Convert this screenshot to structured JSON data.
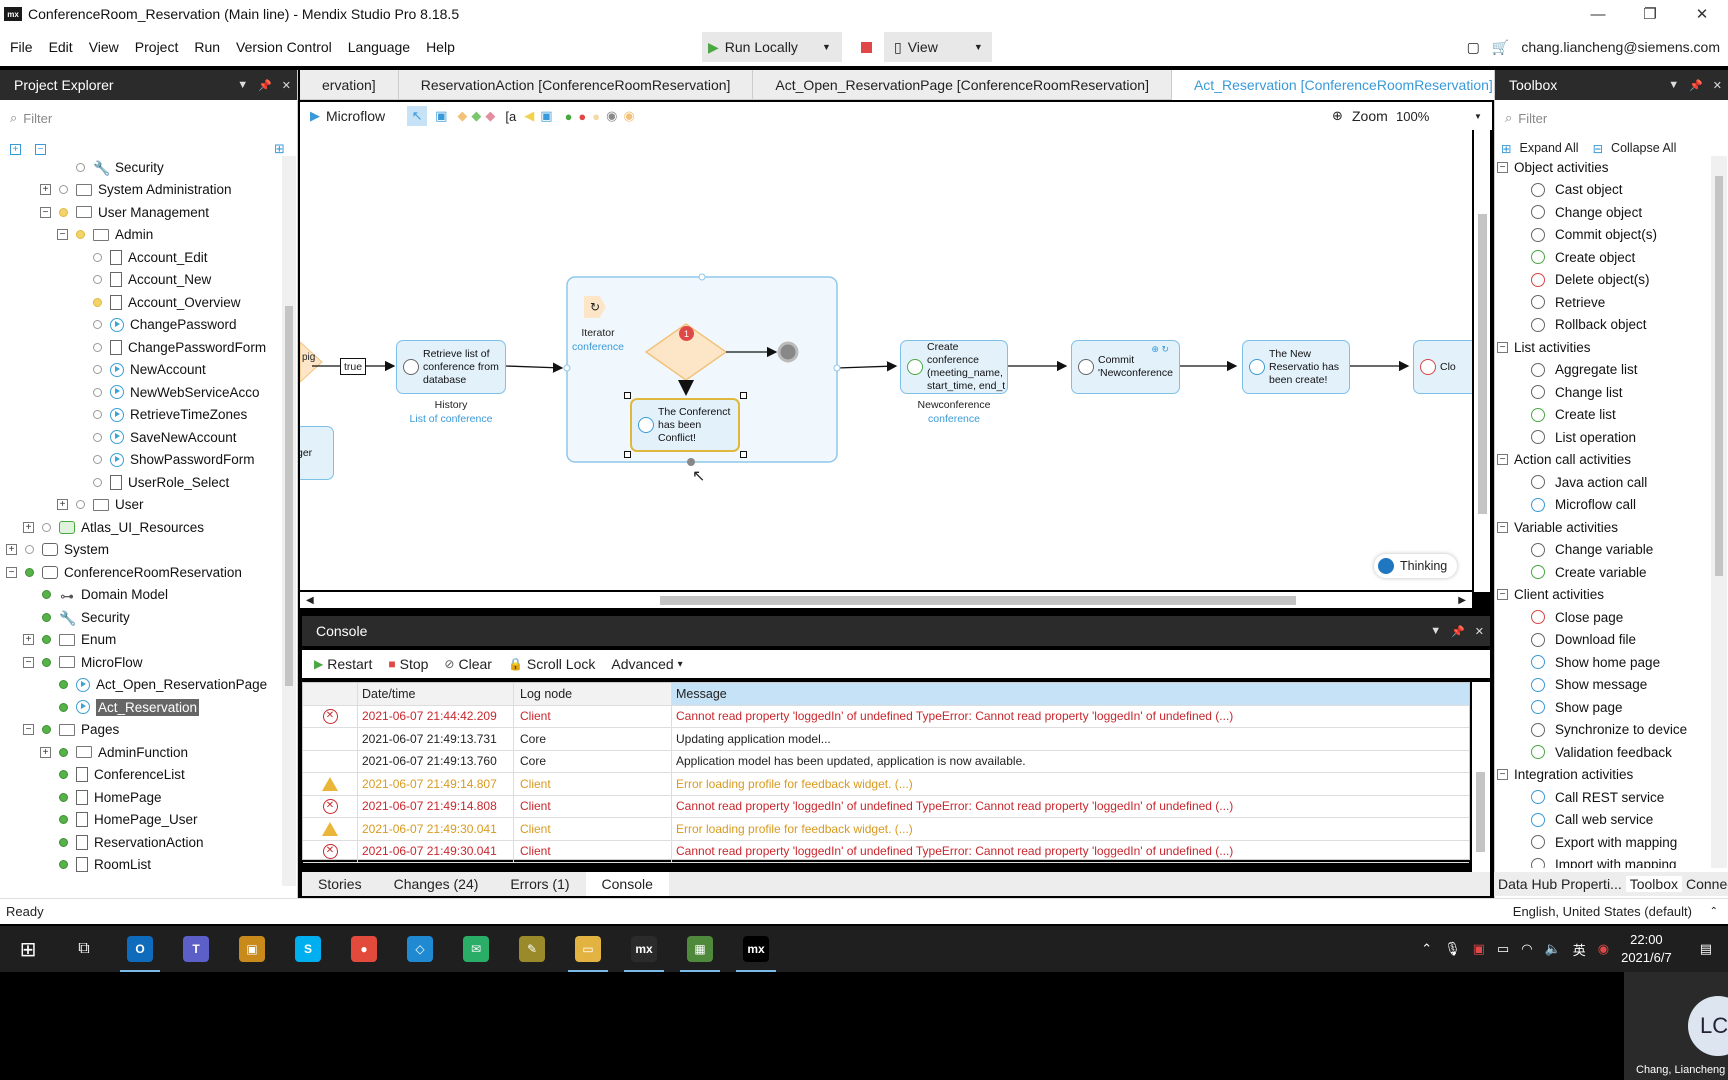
{
  "window": {
    "title": "ConferenceRoom_Reservation (Main line) - Mendix Studio Pro 8.18.5",
    "logo": "mx",
    "min": "—",
    "max": "❐",
    "close": "✕"
  },
  "menu": [
    "File",
    "Edit",
    "View",
    "Project",
    "Run",
    "Version Control",
    "Language",
    "Help"
  ],
  "toolbar": {
    "run_label": "Run Locally",
    "view_label": "View",
    "user": "chang.liancheng@siemens.com"
  },
  "project_explorer": {
    "title": "Project Explorer",
    "filter_placeholder": "Filter",
    "items": [
      {
        "label": "Security",
        "depth": 3,
        "icon": "key",
        "dot": "",
        "exp": ""
      },
      {
        "label": "System Administration",
        "depth": 2,
        "icon": "folder",
        "dot": "",
        "exp": "+"
      },
      {
        "label": "User Management",
        "depth": 2,
        "icon": "folder",
        "dot": "y",
        "exp": "−"
      },
      {
        "label": "Admin",
        "depth": 3,
        "icon": "folder",
        "dot": "y",
        "exp": "−"
      },
      {
        "label": "Account_Edit",
        "depth": 4,
        "icon": "page",
        "dot": "",
        "exp": ""
      },
      {
        "label": "Account_New",
        "depth": 4,
        "icon": "page",
        "dot": "",
        "exp": ""
      },
      {
        "label": "Account_Overview",
        "depth": 4,
        "icon": "page",
        "dot": "y",
        "exp": ""
      },
      {
        "label": "ChangePassword",
        "depth": 4,
        "icon": "mf",
        "dot": "",
        "exp": ""
      },
      {
        "label": "ChangePasswordForm",
        "depth": 4,
        "icon": "page",
        "dot": "",
        "exp": ""
      },
      {
        "label": "NewAccount",
        "depth": 4,
        "icon": "mf",
        "dot": "",
        "exp": ""
      },
      {
        "label": "NewWebServiceAcco",
        "depth": 4,
        "icon": "mf",
        "dot": "",
        "exp": ""
      },
      {
        "label": "RetrieveTimeZones",
        "depth": 4,
        "icon": "mf",
        "dot": "",
        "exp": ""
      },
      {
        "label": "SaveNewAccount",
        "depth": 4,
        "icon": "mf",
        "dot": "",
        "exp": ""
      },
      {
        "label": "ShowPasswordForm",
        "depth": 4,
        "icon": "mf",
        "dot": "",
        "exp": ""
      },
      {
        "label": "UserRole_Select",
        "depth": 4,
        "icon": "page",
        "dot": "",
        "exp": ""
      },
      {
        "label": "User",
        "depth": 3,
        "icon": "folder",
        "dot": "",
        "exp": "+"
      },
      {
        "label": "Atlas_UI_Resources",
        "depth": 1,
        "icon": "mod-green",
        "dot": "",
        "exp": "+"
      },
      {
        "label": "System",
        "depth": 0,
        "icon": "mod",
        "dot": "",
        "exp": "+"
      },
      {
        "label": "ConferenceRoomReservation",
        "depth": 0,
        "icon": "mod",
        "dot": "g",
        "exp": "−"
      },
      {
        "label": "Domain Model",
        "depth": 1,
        "icon": "dm",
        "dot": "g",
        "exp": ""
      },
      {
        "label": "Security",
        "depth": 1,
        "icon": "key",
        "dot": "g",
        "exp": ""
      },
      {
        "label": "Enum",
        "depth": 1,
        "icon": "folder",
        "dot": "g",
        "exp": "+"
      },
      {
        "label": "MicroFlow",
        "depth": 1,
        "icon": "folder",
        "dot": "g",
        "exp": "−"
      },
      {
        "label": "Act_Open_ReservationPage",
        "depth": 2,
        "icon": "mf",
        "dot": "g",
        "exp": ""
      },
      {
        "label": "Act_Reservation",
        "depth": 2,
        "icon": "mf",
        "dot": "g",
        "exp": "",
        "selected": true
      },
      {
        "label": "Pages",
        "depth": 1,
        "icon": "folder",
        "dot": "g",
        "exp": "−"
      },
      {
        "label": "AdminFunction",
        "depth": 2,
        "icon": "folder",
        "dot": "g",
        "exp": "+"
      },
      {
        "label": "ConferenceList",
        "depth": 2,
        "icon": "page",
        "dot": "g",
        "exp": ""
      },
      {
        "label": "HomePage",
        "depth": 2,
        "icon": "page",
        "dot": "g",
        "exp": ""
      },
      {
        "label": "HomePage_User",
        "depth": 2,
        "icon": "page",
        "dot": "g",
        "exp": ""
      },
      {
        "label": "ReservationAction",
        "depth": 2,
        "icon": "page",
        "dot": "g",
        "exp": ""
      },
      {
        "label": "RoomList",
        "depth": 2,
        "icon": "page",
        "dot": "g",
        "exp": ""
      }
    ]
  },
  "tabs": [
    {
      "label": "ervation]",
      "active": false
    },
    {
      "label": "ReservationAction [ConferenceRoomReservation]",
      "active": false
    },
    {
      "label": "Act_Open_ReservationPage [ConferenceRoomReservation]",
      "active": false
    },
    {
      "label": "Act_Reservation [ConferenceRoomReservation] ●",
      "active": true
    }
  ],
  "editor_toolbar": {
    "microflow_label": "Microflow",
    "zoom_label": "Zoom",
    "zoom_value": "100%"
  },
  "microflow": {
    "frag_left": "pig",
    "true_label": "true",
    "retrieve": {
      "text": "Retrieve list of conference from database",
      "caption": "History",
      "sub": "List of conference"
    },
    "iterator": {
      "label": "Iterator",
      "sub": "conference",
      "badge": "1"
    },
    "show_message": "The Conferenct has been Conflict!",
    "create": {
      "text": "Create conference (meeting_name, start_time, end_t",
      "caption": "Newconference",
      "sub": "conference"
    },
    "commit": "Commit 'Newconference",
    "message2": "The New Reservatio has been create!",
    "close_frag": "Clo",
    "frag_bottom_left": "ger",
    "thinking": "Thinking"
  },
  "console": {
    "title": "Console",
    "tools": [
      "Restart",
      "Stop",
      "Clear",
      "Scroll Lock",
      "Advanced"
    ],
    "columns": [
      "Date/time",
      "Log node",
      "Message"
    ],
    "rows": [
      {
        "level": "error",
        "time": "2021-06-07 21:44:42.209",
        "node": "Client",
        "message": "Cannot read property 'loggedIn' of undefined TypeError: Cannot read property 'loggedIn' of undefined (...)"
      },
      {
        "level": "info",
        "time": "2021-06-07 21:49:13.731",
        "node": "Core",
        "message": "Updating application model..."
      },
      {
        "level": "info",
        "time": "2021-06-07 21:49:13.760",
        "node": "Core",
        "message": "Application model has been updated, application is now available."
      },
      {
        "level": "warning",
        "time": "2021-06-07 21:49:14.807",
        "node": "Client",
        "message": "Error loading profile for feedback widget. (...)"
      },
      {
        "level": "error",
        "time": "2021-06-07 21:49:14.808",
        "node": "Client",
        "message": "Cannot read property 'loggedIn' of undefined TypeError: Cannot read property 'loggedIn' of undefined (...)"
      },
      {
        "level": "warning",
        "time": "2021-06-07 21:49:30.041",
        "node": "Client",
        "message": "Error loading profile for feedback widget. (...)"
      },
      {
        "level": "error",
        "time": "2021-06-07 21:49:30.041",
        "node": "Client",
        "message": "Cannot read property 'loggedIn' of undefined TypeError: Cannot read property 'loggedIn' of undefined (...)"
      }
    ]
  },
  "bottom_tabs": [
    "Stories",
    "Changes (24)",
    "Errors (1)",
    "Console"
  ],
  "bottom_active": "Console",
  "toolbox": {
    "title": "Toolbox",
    "filter_placeholder": "Filter",
    "expand_all": "Expand All",
    "collapse_all": "Collapse All",
    "categories": [
      {
        "name": "Object activities",
        "items": [
          {
            "label": "Cast object",
            "color": "grey"
          },
          {
            "label": "Change object",
            "color": "grey"
          },
          {
            "label": "Commit object(s)",
            "color": "grey"
          },
          {
            "label": "Create object",
            "color": "green"
          },
          {
            "label": "Delete object(s)",
            "color": "red"
          },
          {
            "label": "Retrieve",
            "color": "grey"
          },
          {
            "label": "Rollback object",
            "color": "grey"
          }
        ]
      },
      {
        "name": "List activities",
        "items": [
          {
            "label": "Aggregate list",
            "color": "grey"
          },
          {
            "label": "Change list",
            "color": "grey"
          },
          {
            "label": "Create list",
            "color": "green"
          },
          {
            "label": "List operation",
            "color": "grey"
          }
        ]
      },
      {
        "name": "Action call activities",
        "items": [
          {
            "label": "Java action call",
            "color": "grey"
          },
          {
            "label": "Microflow call",
            "color": "blue"
          }
        ]
      },
      {
        "name": "Variable activities",
        "items": [
          {
            "label": "Change variable",
            "color": "grey"
          },
          {
            "label": "Create variable",
            "color": "green"
          }
        ]
      },
      {
        "name": "Client activities",
        "items": [
          {
            "label": "Close page",
            "color": "red"
          },
          {
            "label": "Download file",
            "color": "grey"
          },
          {
            "label": "Show home page",
            "color": "blue"
          },
          {
            "label": "Show message",
            "color": "blue"
          },
          {
            "label": "Show page",
            "color": "blue"
          },
          {
            "label": "Synchronize to device",
            "color": "grey"
          },
          {
            "label": "Validation feedback",
            "color": "green"
          }
        ]
      },
      {
        "name": "Integration activities",
        "items": [
          {
            "label": "Call REST service",
            "color": "blue"
          },
          {
            "label": "Call web service",
            "color": "blue"
          },
          {
            "label": "Export with mapping",
            "color": "grey"
          },
          {
            "label": "Import with mapping",
            "color": "grey"
          }
        ]
      }
    ],
    "bottom_tabs": [
      "Data Hub Properti...",
      "Toolbox",
      "Connect..."
    ]
  },
  "status": {
    "left": "Ready",
    "right": "English, United States (default)"
  },
  "taskbar": {
    "apps": [
      {
        "name": "outlook",
        "glyph": "O",
        "color": "#0f6cbd",
        "running": true
      },
      {
        "name": "teams",
        "glyph": "T",
        "color": "#5b5fc7",
        "running": false
      },
      {
        "name": "remote",
        "glyph": "▣",
        "color": "#c98a1c",
        "running": false
      },
      {
        "name": "skype",
        "glyph": "S",
        "color": "#00aff0",
        "running": false
      },
      {
        "name": "chrome",
        "glyph": "●",
        "color": "#e24a3b",
        "running": false
      },
      {
        "name": "vscode",
        "glyph": "◇",
        "color": "#1f8ad2",
        "running": false
      },
      {
        "name": "wechat",
        "glyph": "✉",
        "color": "#2aae67",
        "running": false
      },
      {
        "name": "tool",
        "glyph": "✎",
        "color": "#9a8a2a",
        "running": false
      },
      {
        "name": "explorer",
        "glyph": "▭",
        "color": "#e3b341",
        "running": true
      },
      {
        "name": "mendix",
        "glyph": "mx",
        "color": "#2b2b2b",
        "running": true
      },
      {
        "name": "photos",
        "glyph": "▦",
        "color": "#4f8a3c",
        "running": true
      },
      {
        "name": "mendix2",
        "glyph": "mx",
        "color": "#000000",
        "running": true
      }
    ],
    "tray_lang": "英",
    "time": "22:00",
    "date": "2021/6/7"
  },
  "webcam": {
    "initials": "LC",
    "name": "Chang, Liancheng"
  }
}
